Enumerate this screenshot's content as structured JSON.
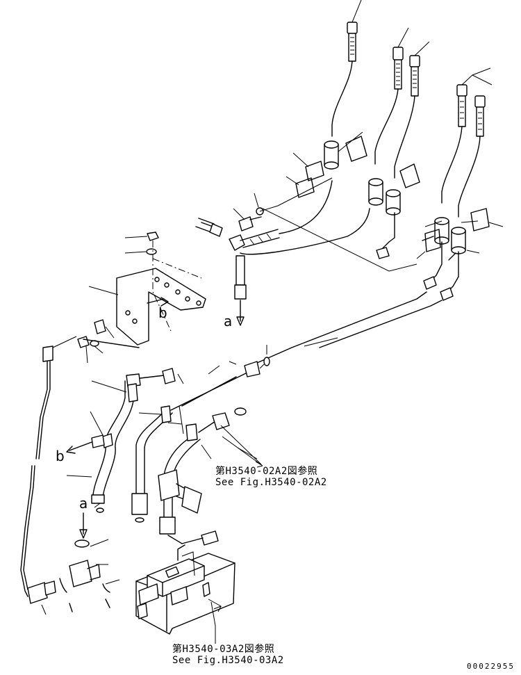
{
  "callouts": {
    "ref_upper": {
      "line1": "第H3540-02A2図参照",
      "line2": "See Fig.H3540-02A2"
    },
    "ref_lower": {
      "line1": "第H3540-03A2図参照",
      "line2": "See Fig.H3540-03A2"
    }
  },
  "view_markers": {
    "a_upper": "a",
    "b_upper": "b",
    "b_left": "b",
    "a_lower": "a"
  },
  "image_number": "00022955"
}
